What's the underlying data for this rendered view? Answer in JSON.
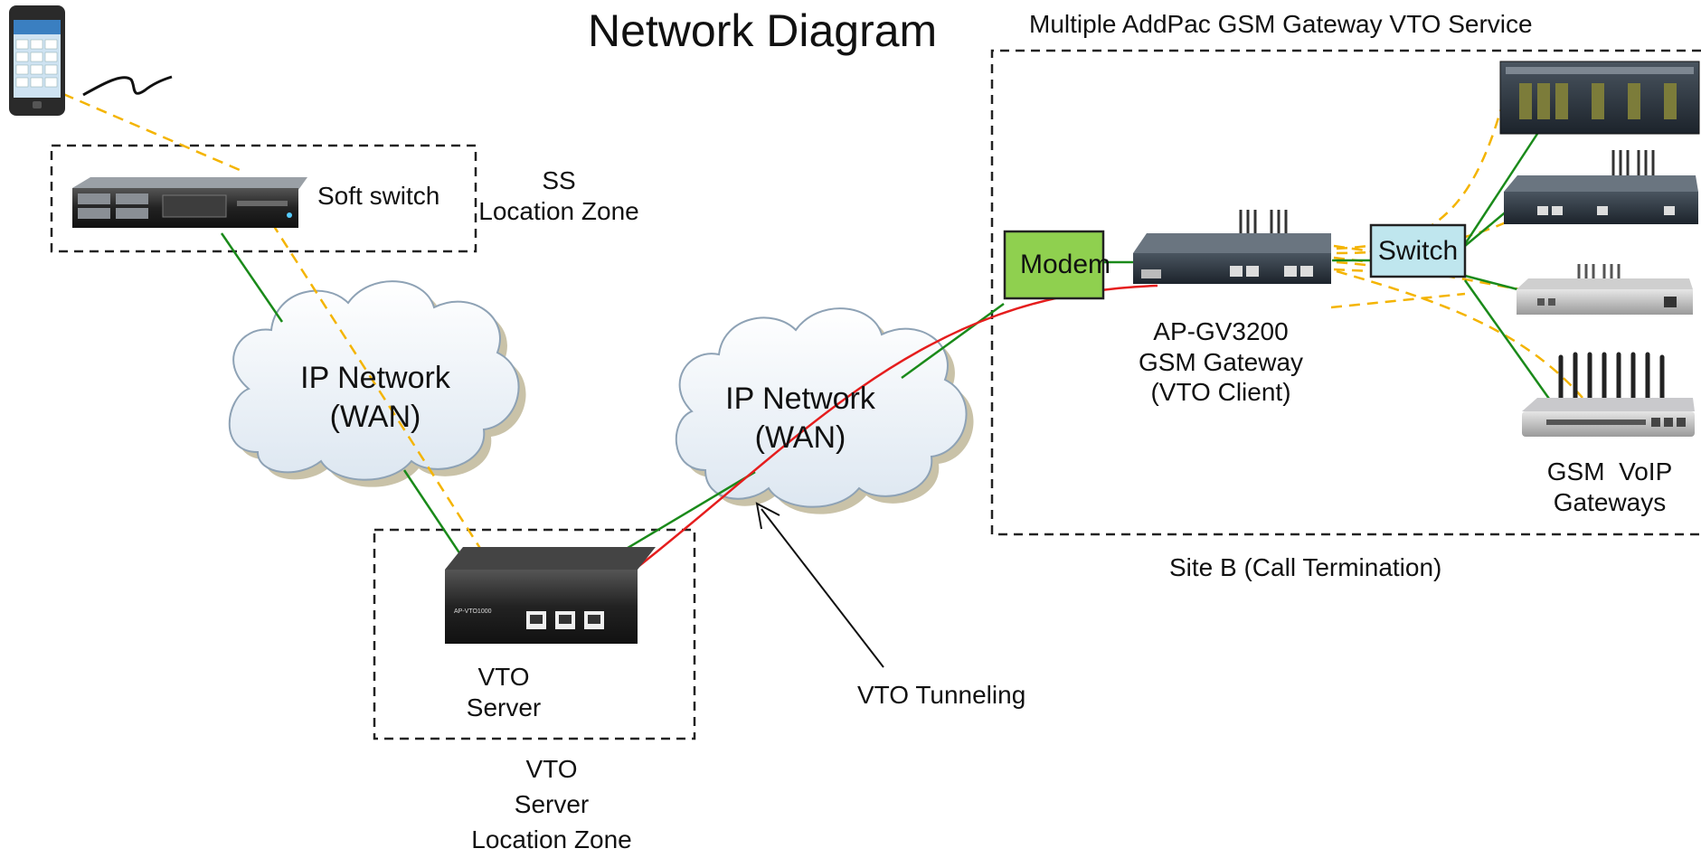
{
  "diagram": {
    "title": "Network Diagram",
    "service_title": "Multiple AddPac GSM Gateway VTO Service",
    "zones": {
      "ss_zone": [
        "SS",
        "Location Zone"
      ],
      "vto_zone": [
        "VTO",
        "Server",
        "Location Zone"
      ],
      "site_b": "Site B (Call Termination)"
    },
    "nodes": {
      "soft_switch": "Soft switch",
      "cloud_left": [
        "IP Network",
        "(WAN)"
      ],
      "cloud_right": [
        "IP Network",
        "(WAN)"
      ],
      "vto_server": [
        "VTO",
        "Server"
      ],
      "modem": "Modem",
      "switch": "Switch",
      "gsm_gateway": [
        "AP-GV3200",
        "GSM Gateway",
        "(VTO Client)"
      ],
      "voip_gateways": [
        "GSM  VoIP",
        "Gateways"
      ]
    },
    "annotations": {
      "tunneling": "VTO Tunneling"
    },
    "device_labels": {
      "vto_model": "AP-VTO1000"
    },
    "colors": {
      "ip_link": "#1a8a1a",
      "tunnel_link": "#e51d1d",
      "call_path": "#f4b400",
      "modem_fill": "#8fd04f",
      "switch_fill": "#bfe6ee",
      "cloud_fill": "#e8f0f7"
    }
  }
}
